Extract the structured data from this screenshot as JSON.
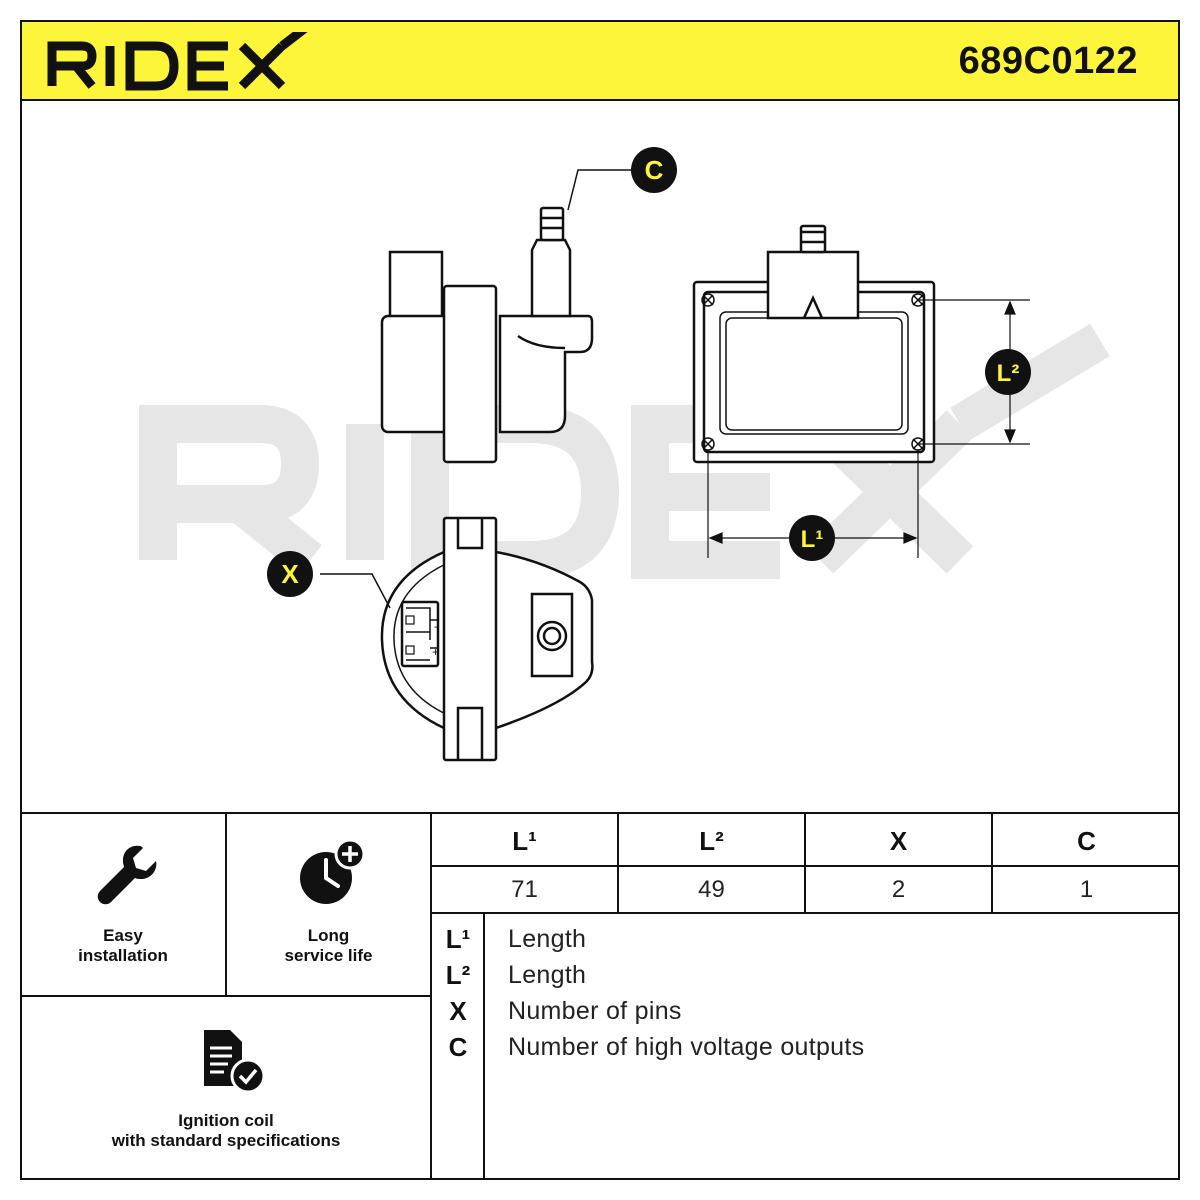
{
  "brand": "RIDEX",
  "part_number": "689C0122",
  "watermark": "RIDEX",
  "callouts": {
    "c": "C",
    "x": "X",
    "l1": "L¹",
    "l2": "L²"
  },
  "connector_marks": {
    "minus": "-",
    "plus": "+"
  },
  "features": {
    "easy": [
      "Easy",
      "installation"
    ],
    "long": [
      "Long",
      "service life"
    ],
    "standard": [
      "Ignition coil",
      "with standard specifications"
    ]
  },
  "spec_table": {
    "headers": [
      "L¹",
      "L²",
      "X",
      "C"
    ],
    "values": [
      "71",
      "49",
      "2",
      "1"
    ]
  },
  "legend": [
    {
      "key": "L¹",
      "desc": "Length"
    },
    {
      "key": "L²",
      "desc": "Length"
    },
    {
      "key": "X",
      "desc": "Number of pins"
    },
    {
      "key": "C",
      "desc": "Number of high voltage outputs"
    }
  ],
  "colors": {
    "brand_yellow": "#fcf53a",
    "ink": "#111111",
    "watermark": "#e6e6e6"
  },
  "icons": [
    "wrench-icon",
    "clock-plus-icon",
    "document-check-icon"
  ]
}
